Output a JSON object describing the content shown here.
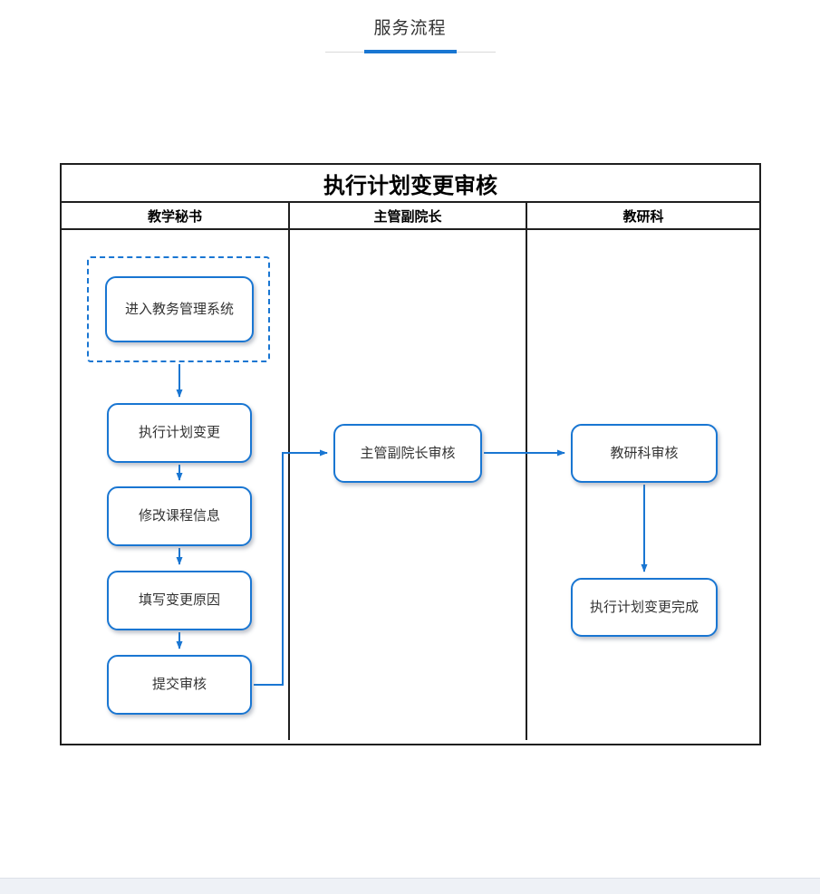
{
  "page": {
    "section_title": "服务流程"
  },
  "flowchart": {
    "title": "执行计划变更审核",
    "lanes": [
      {
        "label": "教学秘书"
      },
      {
        "label": "主管副院长"
      },
      {
        "label": "教研科"
      }
    ],
    "nodes": [
      {
        "id": "enter-system",
        "label": "进入教务管理系统",
        "lane": "教学秘书",
        "shape": "start"
      },
      {
        "id": "plan-change",
        "label": "执行计划变更",
        "lane": "教学秘书",
        "shape": "process"
      },
      {
        "id": "modify-course",
        "label": "修改课程信息",
        "lane": "教学秘书",
        "shape": "process"
      },
      {
        "id": "fill-reason",
        "label": "填写变更原因",
        "lane": "教学秘书",
        "shape": "process"
      },
      {
        "id": "submit-review",
        "label": "提交审核",
        "lane": "教学秘书",
        "shape": "process"
      },
      {
        "id": "vice-dean-review",
        "label": "主管副院长审核",
        "lane": "主管副院长",
        "shape": "process"
      },
      {
        "id": "research-review",
        "label": "教研科审核",
        "lane": "教研科",
        "shape": "process"
      },
      {
        "id": "change-complete",
        "label": "执行计划变更完成",
        "lane": "教研科",
        "shape": "process"
      }
    ],
    "edges": [
      {
        "from": "enter-system",
        "to": "plan-change"
      },
      {
        "from": "plan-change",
        "to": "modify-course"
      },
      {
        "from": "modify-course",
        "to": "fill-reason"
      },
      {
        "from": "fill-reason",
        "to": "submit-review"
      },
      {
        "from": "submit-review",
        "to": "vice-dean-review"
      },
      {
        "from": "vice-dean-review",
        "to": "research-review"
      },
      {
        "from": "research-review",
        "to": "change-complete"
      }
    ],
    "colors": {
      "accent_blue": "#1976d2",
      "table_border": "#1f1f1f",
      "footer_bg": "#eef1f6"
    }
  }
}
